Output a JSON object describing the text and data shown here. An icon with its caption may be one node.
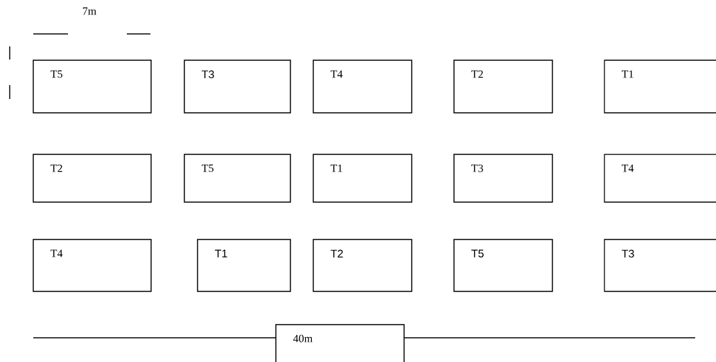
{
  "diagram": {
    "nodes": [
      {
        "text": [
          "T5"
        ]
      },
      {
        "text": [
          "T3"
        ]
      },
      {
        "text": [
          "T4"
        ]
      },
      {
        "text": [
          "T2"
        ]
      },
      {
        "text": [
          "T1"
        ]
      },
      {
        "text": [
          "T2"
        ]
      },
      {
        "text": [
          "T5"
        ]
      },
      {
        "text": [
          "T1"
        ]
      },
      {
        "text": [
          "T3"
        ]
      },
      {
        "text": [
          "T4"
        ]
      },
      {
        "text": [
          "T4"
        ]
      },
      {
        "text": [
          "T1"
        ]
      },
      {
        "text": [
          "T2"
        ]
      },
      {
        "text": [
          "T5"
        ]
      },
      {
        "text": [
          "T3"
        ]
      },
      {
        "text": [
          "40m"
        ]
      }
    ],
    "edges": [],
    "labels": [
      "7m"
    ]
  }
}
